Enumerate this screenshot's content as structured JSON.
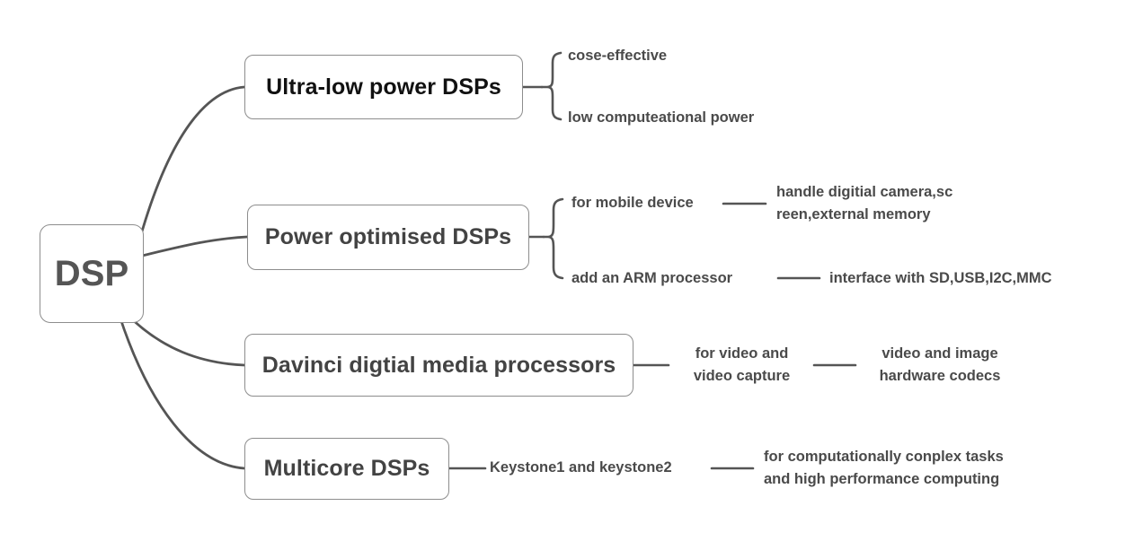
{
  "diagram": {
    "title": "DSP",
    "type": "mind-map",
    "colors": {
      "stroke": "#555555",
      "box_border": "#8d8d8d",
      "text": "#434343",
      "leaf_text": "#4a4a4a",
      "emphasis_text": "#111111",
      "background": "#ffffff"
    },
    "root": {
      "label": "DSP"
    },
    "branches": [
      {
        "label": "Ultra-low power DSPs",
        "connector": "brace",
        "children": [
          {
            "label": "cose-effective",
            "children": []
          },
          {
            "label": "low computeational power",
            "children": []
          }
        ]
      },
      {
        "label": "Power optimised DSPs",
        "connector": "brace",
        "children": [
          {
            "label": "for mobile device",
            "children": [
              {
                "label": "handle digitial camera,sc\nreen,external memory"
              }
            ]
          },
          {
            "label": "add  an ARM processor",
            "children": [
              {
                "label": "interface with SD,USB,I2C,MMC"
              }
            ]
          }
        ]
      },
      {
        "label": "Davinci digtial media processors",
        "connector": "line",
        "children": [
          {
            "label": "for video and\nvideo capture",
            "children": [
              {
                "label": "video and image\nhardware codecs"
              }
            ]
          }
        ]
      },
      {
        "label": "Multicore DSPs",
        "connector": "line",
        "children": [
          {
            "label": "Keystone1 and keystone2",
            "children": [
              {
                "label": "for computationally conplex tasks\nand high performance computing"
              }
            ]
          }
        ]
      }
    ]
  }
}
